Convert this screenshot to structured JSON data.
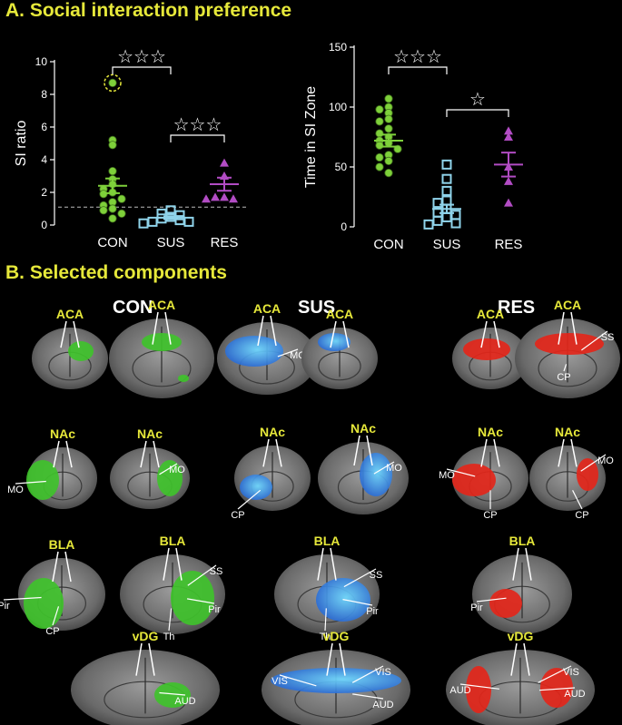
{
  "sections": {
    "a_title": "A. Social interaction preference",
    "b_title": "B. Selected components"
  },
  "colors": {
    "con": "#7ed03a",
    "sus": "#8fd3ea",
    "res": "#b24cc4",
    "title": "#e6e83a",
    "con_blob": "#3fc22b",
    "sus_blob": "#2d6fd6",
    "res_blob": "#e3261a"
  },
  "chart_data": [
    {
      "type": "scatter",
      "ylabel": "SI ratio",
      "categories": [
        "CON",
        "SUS",
        "RES"
      ],
      "ylim": [
        0,
        10
      ],
      "yticks": [
        0,
        2,
        4,
        6,
        8,
        10
      ],
      "reference_line": 1.1,
      "series": [
        {
          "category": "CON",
          "marker": "circle",
          "mean": 2.4,
          "sem": 0.45,
          "values": [
            8.7,
            5.2,
            4.9,
            3.3,
            2.8,
            2.5,
            2.2,
            2.0,
            1.9,
            1.6,
            1.4,
            1.2,
            1.0,
            0.9,
            0.7,
            0.4
          ]
        },
        {
          "category": "SUS",
          "marker": "square",
          "mean": 0.45,
          "sem": 0.08,
          "values": [
            0.9,
            0.7,
            0.6,
            0.5,
            0.4,
            0.3,
            0.2,
            0.2,
            0.1
          ]
        },
        {
          "category": "RES",
          "marker": "triangle",
          "mean": 2.5,
          "sem": 0.4,
          "values": [
            3.8,
            3.0,
            1.7,
            1.7,
            1.6,
            1.6
          ]
        }
      ],
      "comparisons": [
        {
          "from": "CON",
          "to": "SUS",
          "label": "☆☆☆"
        },
        {
          "from": "SUS",
          "to": "RES",
          "label": "☆☆☆"
        }
      ],
      "highlight_value": 8.7
    },
    {
      "type": "scatter",
      "ylabel": "Time in SI Zone",
      "categories": [
        "CON",
        "SUS",
        "RES"
      ],
      "ylim": [
        0,
        150
      ],
      "yticks": [
        0,
        50,
        100,
        150
      ],
      "series": [
        {
          "category": "CON",
          "marker": "circle",
          "mean": 72,
          "sem": 5,
          "values": [
            107,
            100,
            98,
            95,
            90,
            88,
            82,
            78,
            75,
            72,
            70,
            68,
            65,
            60,
            58,
            55,
            50,
            45
          ]
        },
        {
          "category": "SUS",
          "marker": "square",
          "mean": 15,
          "sem": 3.5,
          "values": [
            52,
            40,
            30,
            22,
            20,
            15,
            12,
            10,
            8,
            5,
            3,
            2
          ]
        },
        {
          "category": "RES",
          "marker": "triangle",
          "mean": 52,
          "sem": 10,
          "values": [
            80,
            75,
            50,
            38,
            20
          ]
        }
      ],
      "comparisons": [
        {
          "from": "CON",
          "to": "SUS",
          "label": "☆☆☆"
        },
        {
          "from": "SUS",
          "to": "RES",
          "label": "☆"
        }
      ]
    }
  ],
  "brain_panels": {
    "groups": [
      "CON",
      "SUS",
      "RES"
    ],
    "rows": [
      {
        "region": "ACA",
        "panels": [
          {
            "group": "CON",
            "top": "ACA",
            "labels": []
          },
          {
            "group": "CON",
            "top": "ACA",
            "labels": []
          },
          {
            "group": "SUS",
            "top": "ACA",
            "labels": [
              "MO"
            ]
          },
          {
            "group": "SUS",
            "top": "ACA",
            "labels": []
          },
          {
            "group": "RES",
            "top": "ACA",
            "labels": []
          },
          {
            "group": "RES",
            "top": "ACA",
            "labels": [
              "SS",
              "CP"
            ]
          }
        ]
      },
      {
        "region": "NAc",
        "panels": [
          {
            "group": "CON",
            "top": "NAc",
            "labels": [
              "MO"
            ]
          },
          {
            "group": "CON",
            "top": "NAc",
            "labels": [
              "MO"
            ]
          },
          {
            "group": "SUS",
            "top": "NAc",
            "labels": [
              "CP"
            ]
          },
          {
            "group": "SUS",
            "top": "NAc",
            "labels": [
              "MO"
            ]
          },
          {
            "group": "RES",
            "top": "NAc",
            "labels": [
              "MO",
              "CP"
            ]
          },
          {
            "group": "RES",
            "top": "NAc",
            "labels": [
              "MO",
              "CP"
            ]
          }
        ]
      },
      {
        "region": "BLA",
        "panels": [
          {
            "group": "CON",
            "top": "BLA",
            "labels": [
              "Pir",
              "CP"
            ]
          },
          {
            "group": "CON",
            "top": "BLA",
            "labels": [
              "SS",
              "Pir",
              "Th"
            ]
          },
          {
            "group": "SUS",
            "top": "BLA",
            "labels": [
              "SS",
              "Pir",
              "Th"
            ]
          },
          {
            "group": "RES",
            "top": "BLA",
            "labels": [
              "Pir"
            ]
          }
        ]
      },
      {
        "region": "vDG",
        "panels": [
          {
            "group": "CON",
            "top": "vDG",
            "labels": [
              "AUD"
            ]
          },
          {
            "group": "SUS",
            "top": "vDG",
            "labels": [
              "VIS",
              "VIS",
              "AUD"
            ]
          },
          {
            "group": "RES",
            "top": "vDG",
            "labels": [
              "VIS",
              "AUD",
              "AUD"
            ]
          }
        ]
      }
    ]
  }
}
